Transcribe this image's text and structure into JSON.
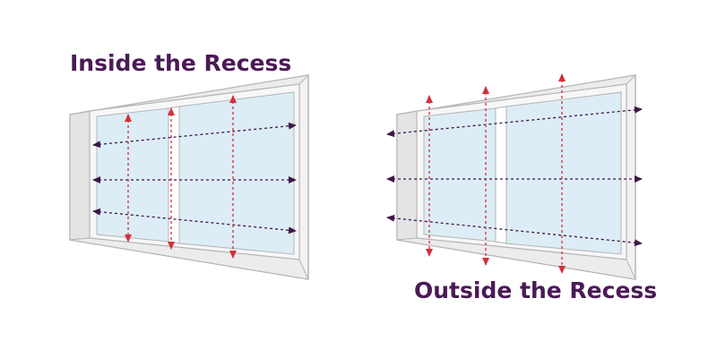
{
  "titles": {
    "inside": "Inside the Recess",
    "outside": "Outside the Recess"
  },
  "colors": {
    "title": "#4a1a55",
    "width_arrow": "#3d1749",
    "height_arrow": "#d0303a",
    "glass": "#dcedf6",
    "frame": "#f2f2f2",
    "frame_stroke": "#b5b5b5",
    "recess": "#e6e6e6"
  },
  "icons": {
    "width_arrow": "double-headed-dotted-arrow-horizontal",
    "height_arrow": "double-headed-dotted-arrow-vertical"
  }
}
